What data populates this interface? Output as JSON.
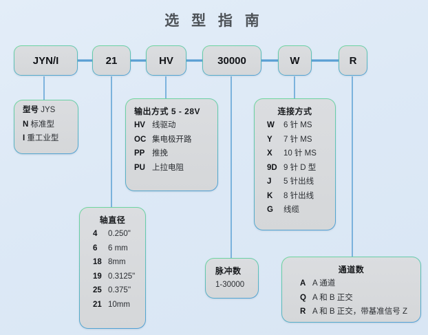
{
  "title": "选 型 指 南",
  "code_chips": [
    {
      "name": "model-chip",
      "label": "JYN/I"
    },
    {
      "name": "shaft-chip",
      "label": "21"
    },
    {
      "name": "output-chip",
      "label": "HV"
    },
    {
      "name": "pulse-chip",
      "label": "30000"
    },
    {
      "name": "connection-chip",
      "label": "W"
    },
    {
      "name": "channel-chip",
      "label": "R"
    }
  ],
  "model_panel": {
    "lines": [
      {
        "key": "型号",
        "value": "JYS"
      },
      {
        "key": "N",
        "value": "标准型"
      },
      {
        "key": "I",
        "value": "重工业型"
      }
    ]
  },
  "output_panel": {
    "title": "输出方式 5 - 28V",
    "rows": [
      {
        "key": "HV",
        "value": "线驱动"
      },
      {
        "key": "OC",
        "value": "集电极开路"
      },
      {
        "key": "PP",
        "value": "推挽"
      },
      {
        "key": "PU",
        "value": "上拉电阻"
      }
    ]
  },
  "connection_panel": {
    "title": "连接方式",
    "rows": [
      {
        "key": "W",
        "value": "6 针 MS"
      },
      {
        "key": "Y",
        "value": "7 针 MS"
      },
      {
        "key": "X",
        "value": "10 针 MS"
      },
      {
        "key": "9D",
        "value": "9 针 D 型"
      },
      {
        "key": "J",
        "value": "5 针出线"
      },
      {
        "key": "K",
        "value": "8 针出线"
      },
      {
        "key": "G",
        "value": "线缆"
      }
    ]
  },
  "shaft_panel": {
    "title": "轴直径",
    "rows": [
      {
        "key": "4",
        "value": "0.250\""
      },
      {
        "key": "6",
        "value": "6 mm"
      },
      {
        "key": "18",
        "value": "8mm"
      },
      {
        "key": "19",
        "value": "0.3125\""
      },
      {
        "key": "25",
        "value": "0.375''"
      },
      {
        "key": "21",
        "value": "10mm"
      }
    ]
  },
  "pulse_panel": {
    "title": "脉冲数",
    "value": "1-30000"
  },
  "channel_panel": {
    "title": "通道数",
    "rows": [
      {
        "key": "A",
        "value": "A 通道"
      },
      {
        "key": "Q",
        "value": "A 和 B 正交"
      },
      {
        "key": "R",
        "value": "A 和 B 正交，带基准信号 Z"
      }
    ]
  },
  "colors": {
    "background": "#dde9f6",
    "border_top": "#6fd79b",
    "border_bottom": "#4f9ed6",
    "wire": "#5a9fd4",
    "chip_fill": "#d8dadc",
    "title_text": "#4d5257"
  }
}
